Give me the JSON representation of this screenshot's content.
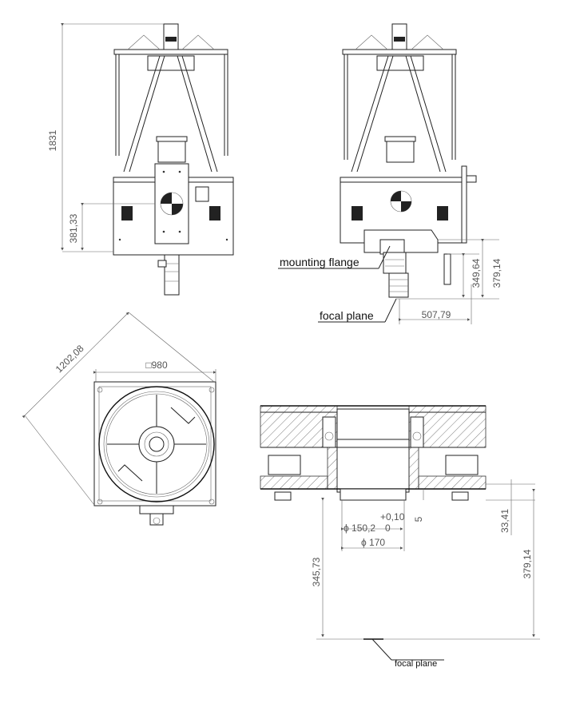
{
  "dimensions": {
    "height_total": "1831",
    "height_flange": "381,33",
    "height_349": "349,64",
    "height_379_top": "379,14",
    "width_507": "507,79",
    "diagonal": "1202,08",
    "square_980": "□980",
    "dia_150": "ϕ 150,2",
    "tol_plus": "+0,10",
    "tol_zero": "0",
    "dia_170": "ϕ 170",
    "five": "5",
    "h_33": "33,41",
    "h_345": "345,73",
    "h_379_bottom": "379,14"
  },
  "labels": {
    "mounting_flange": "mounting flange",
    "focal_plane_top": "focal plane",
    "focal_plane_bottom": "focal plane"
  }
}
